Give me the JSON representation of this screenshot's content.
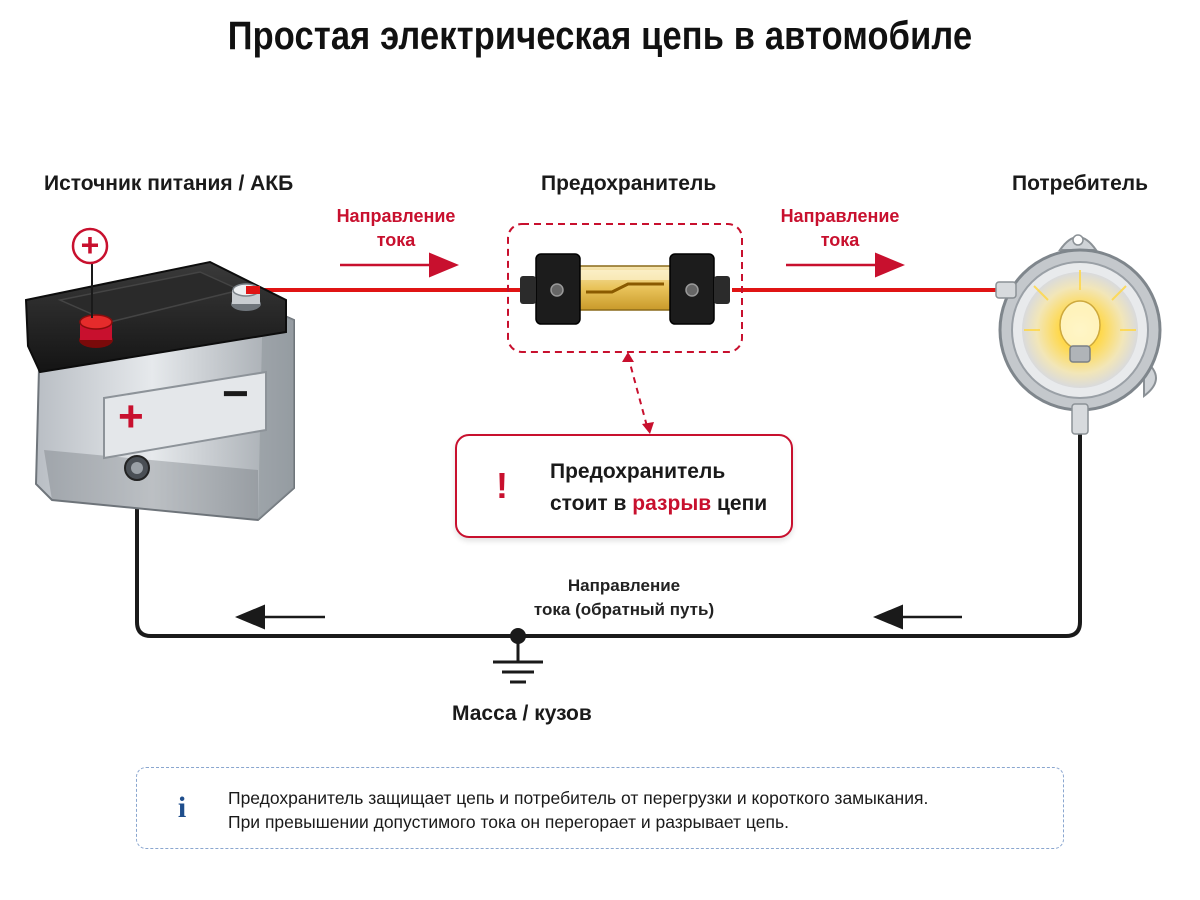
{
  "title": "Простая электрическая цепь в автомобиле",
  "labels": {
    "source": "Источник питания / АКБ",
    "fuse": "Предохранитель",
    "consumer": "Потребитель",
    "ground": "Масса / кузов"
  },
  "current_direction": {
    "left_line1": "Направление",
    "left_line2": "тока",
    "right_line1": "Направление",
    "right_line2": "тока",
    "return_line1": "Направление",
    "return_line2": "тока (обратный путь)"
  },
  "battery": {
    "plus_symbol": "+",
    "minus_symbol": "−",
    "plus_badge": "+"
  },
  "callout": {
    "line1": "Предохранитель",
    "line2_before": "стоит в ",
    "line2_highlight": "разрыв",
    "line2_after": " цепи",
    "icon": "exclamation-circle-icon",
    "icon_glyph": "!"
  },
  "info": {
    "icon": "info-icon",
    "icon_glyph": "i",
    "line1": "Предохранитель защищает цепь и потребитель от перегрузки и короткого замыкания.",
    "line2": "При превышении допустимого тока он перегорает и разрывает цепь."
  },
  "colors": {
    "positive_wire": "#e01414",
    "return_wire": "#1a1a1a",
    "accent_red": "#c8102e",
    "info_blue": "#1f4e8c"
  }
}
